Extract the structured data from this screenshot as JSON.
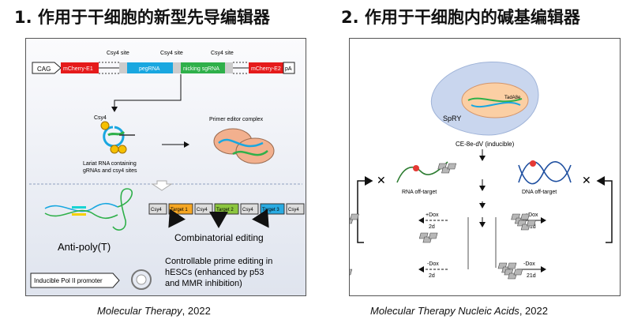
{
  "left": {
    "number": "1.",
    "title": "作用于干细胞的新型先导编辑器",
    "caption_journal": "Molecular Therapy",
    "caption_year": ", 2022",
    "construct": {
      "promoter": "CAG",
      "mcherry1": "mCherry-E1",
      "pegrna": "pegRNA",
      "nicking": "nicking sgRNA",
      "mcherry2": "mCherry-E2",
      "pa": "pA",
      "site1": "Csy4 site",
      "site2": "Csy4 site",
      "site3": "Csy4 site"
    },
    "csy4": "Csy4",
    "lariat_line1": "Lariat RNA containing",
    "lariat_line2": "gRNAs and csy4 sites",
    "pe_complex": "Primer editor complex",
    "targets": [
      "Csy4",
      "Target 1",
      "Csy4",
      "Target 2",
      "Csy4",
      "Target 3",
      "Csy4"
    ],
    "anti_poly": "Anti-poly(T)",
    "combinatorial": "Combinatorial editing",
    "inducible": "Inducible Pol II promoter",
    "controllable": [
      "Controllable prime editing in",
      "hESCs (enhanced by p53",
      "and MMR inhibition)"
    ]
  },
  "right": {
    "number": "2.",
    "title": "作用于干细胞内的碱基编辑器",
    "caption_journal": "Molecular Therapy Nucleic Acids",
    "caption_year": ", 2022",
    "spry": "SpRY",
    "tadA": "TadA8e",
    "ce8e": "CE-8e-dV (inducible)",
    "rna_off": "RNA off-target",
    "dna_off": "DNA off-target",
    "plus_dox": "+Dox",
    "minus_dox": "-Dox",
    "d2": "2d",
    "d21": "21d"
  }
}
